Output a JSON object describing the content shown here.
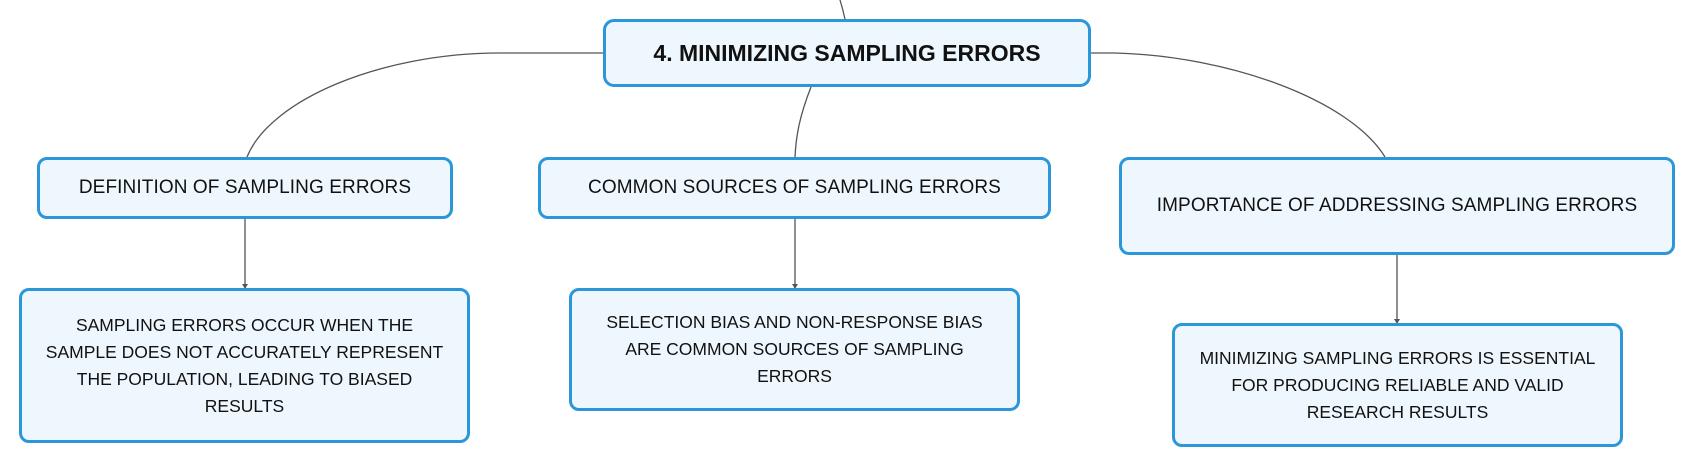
{
  "diagram": {
    "root": {
      "label": "4. MINIMIZING SAMPLING ERRORS"
    },
    "branches": [
      {
        "label": "DEFINITION OF SAMPLING ERRORS",
        "detail": "SAMPLING ERRORS OCCUR WHEN THE SAMPLE DOES NOT ACCURATELY REPRESENT THE POPULATION, LEADING TO BIASED RESULTS"
      },
      {
        "label": "COMMON SOURCES OF SAMPLING ERRORS",
        "detail": "SELECTION BIAS AND NON-RESPONSE BIAS ARE COMMON SOURCES OF SAMPLING ERRORS"
      },
      {
        "label": "IMPORTANCE OF ADDRESSING SAMPLING ERRORS",
        "detail": "MINIMIZING SAMPLING ERRORS IS ESSENTIAL FOR PRODUCING RELIABLE AND VALID RESEARCH RESULTS"
      }
    ],
    "colors": {
      "node_border": "#2b96d9",
      "node_fill": "#eef7fd",
      "connector": "#555555",
      "text": "#111111"
    }
  }
}
